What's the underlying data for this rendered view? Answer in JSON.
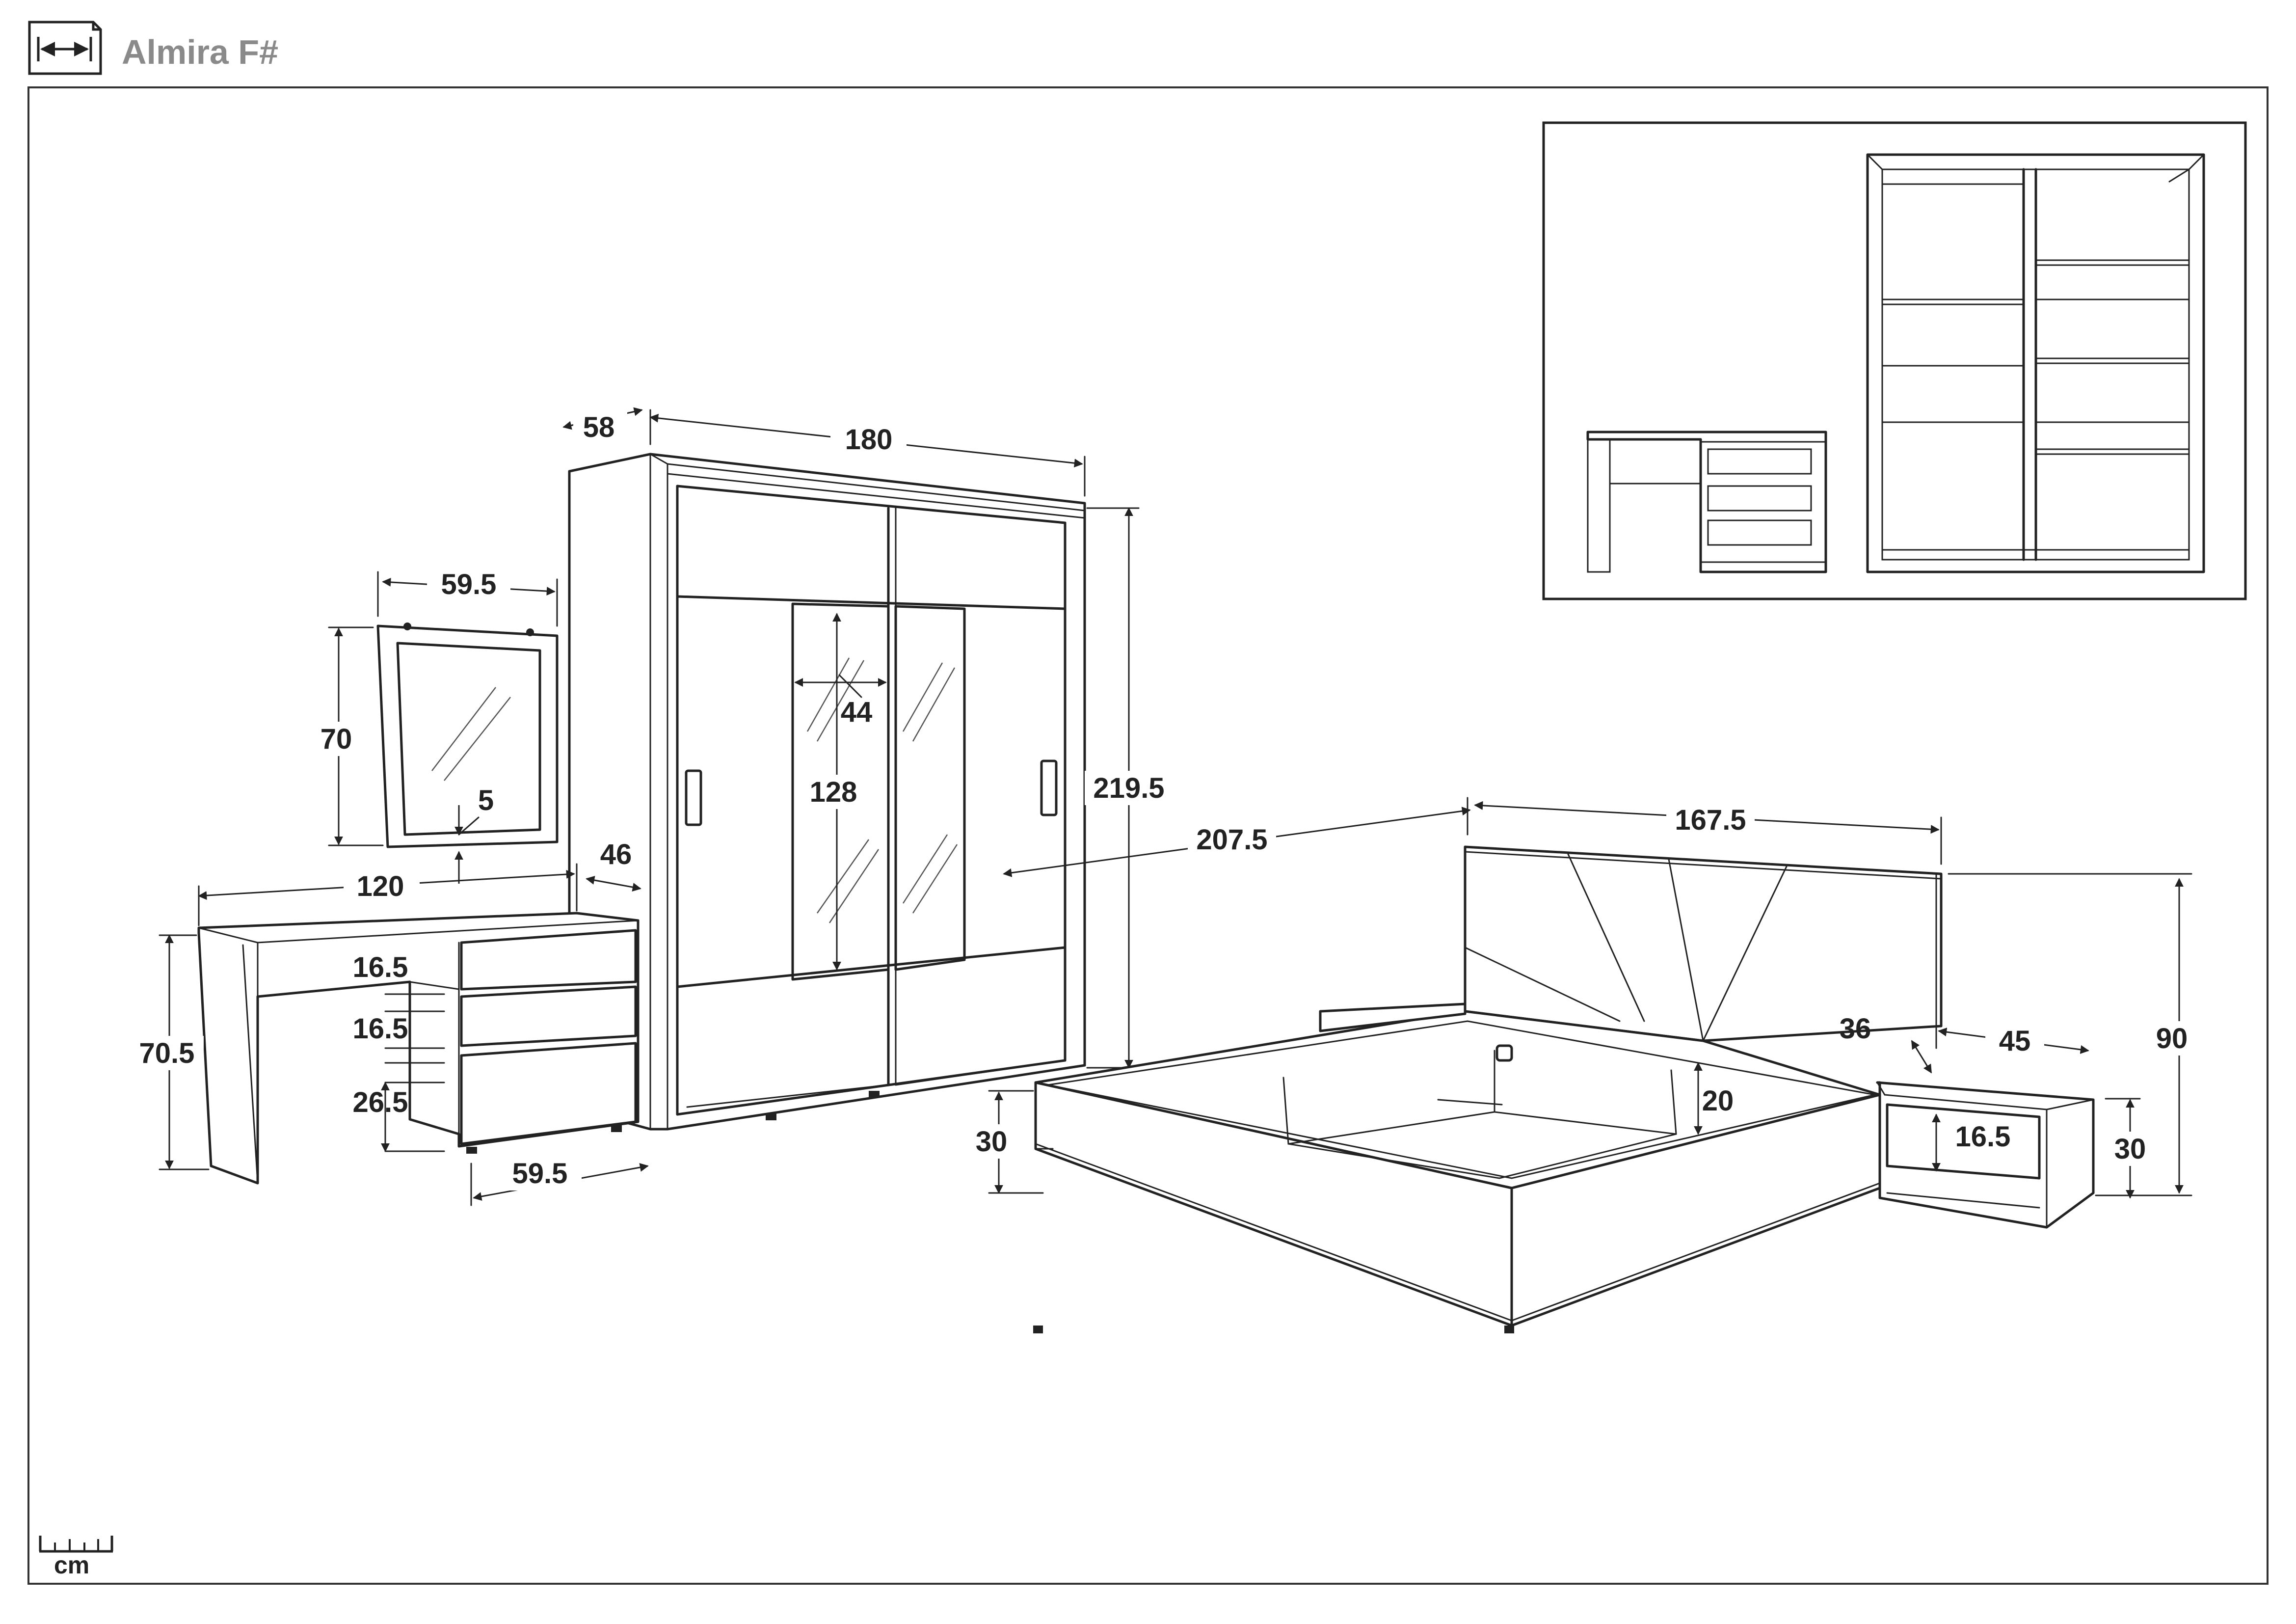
{
  "header": {
    "title": "Almira F#",
    "ruler_unit": "cm",
    "icon": "width-arrows-icon"
  },
  "dimensions": {
    "wardrobe": {
      "depth": "58",
      "width": "180",
      "height": "219.5",
      "mirror_width": "44",
      "mirror_height": "128"
    },
    "mirror": {
      "width": "59.5",
      "height": "70",
      "bottom_gap": "5"
    },
    "desk": {
      "width": "120",
      "depth": "46",
      "height": "70.5",
      "drawer_1": "16.5",
      "drawer_2": "16.5",
      "drawer_3": "26.5",
      "drawer_unit_width": "59.5"
    },
    "bed": {
      "length": "207.5",
      "width": "167.5",
      "height": "90",
      "base_height": "30",
      "storage_depth": "20"
    },
    "nightstand": {
      "width": "45",
      "depth": "36",
      "height": "30",
      "drawer": "16.5"
    }
  }
}
